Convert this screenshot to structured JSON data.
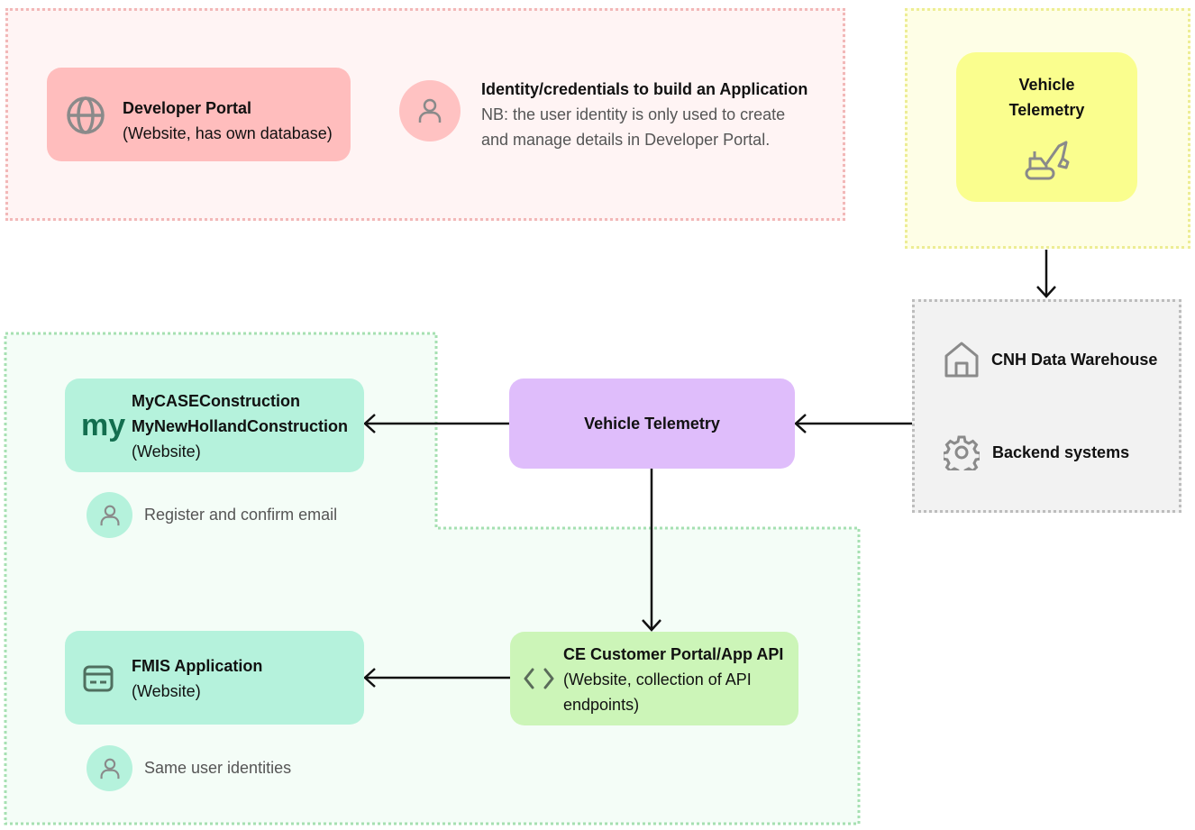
{
  "developer_portal": {
    "title": "Developer Portal",
    "subtitle": "(Website, has own database)",
    "icon": "globe-icon"
  },
  "identity_note": {
    "title": "Identity/credentials to build an Application",
    "line1": "NB: the user identity is only used to create",
    "line2": "and manage details in Developer Portal.",
    "icon": "user-icon"
  },
  "vehicle_telemetry_top": {
    "line1": "Vehicle",
    "line2": "Telemetry",
    "icon": "excavator-icon"
  },
  "data_sources": {
    "warehouse_label": "CNH Data Warehouse",
    "warehouse_icon": "house-icon",
    "backend_label": "Backend systems",
    "backend_icon": "gear-icon"
  },
  "mycase": {
    "logo": "my",
    "line1": "MyCASEConstruction",
    "line2": "MyNewHollandConstruction",
    "line3": "(Website)"
  },
  "register_note": {
    "label": "Register and confirm email",
    "icon": "user-icon"
  },
  "vehicle_telemetry_mid": {
    "label": "Vehicle Telemetry"
  },
  "fmis": {
    "title": "FMIS Application",
    "subtitle": "(Website)",
    "icon": "app-window-icon"
  },
  "same_identities_note": {
    "label": "Same user identities",
    "icon": "user-icon"
  },
  "api": {
    "title": "CE Customer Portal/App API",
    "line2": "(Website, collection of API",
    "line3": "endpoints)",
    "icon": "code-brackets-icon"
  },
  "colors": {
    "pink_region": "#fff4f4",
    "pink_node": "#ffbdbd",
    "yellow_node": "#fafe8e",
    "green_node": "#b5f2dc",
    "purple_node": "#dfbdfb",
    "lime_node": "#ccf5b8",
    "gray_region": "#f2f2f2"
  }
}
